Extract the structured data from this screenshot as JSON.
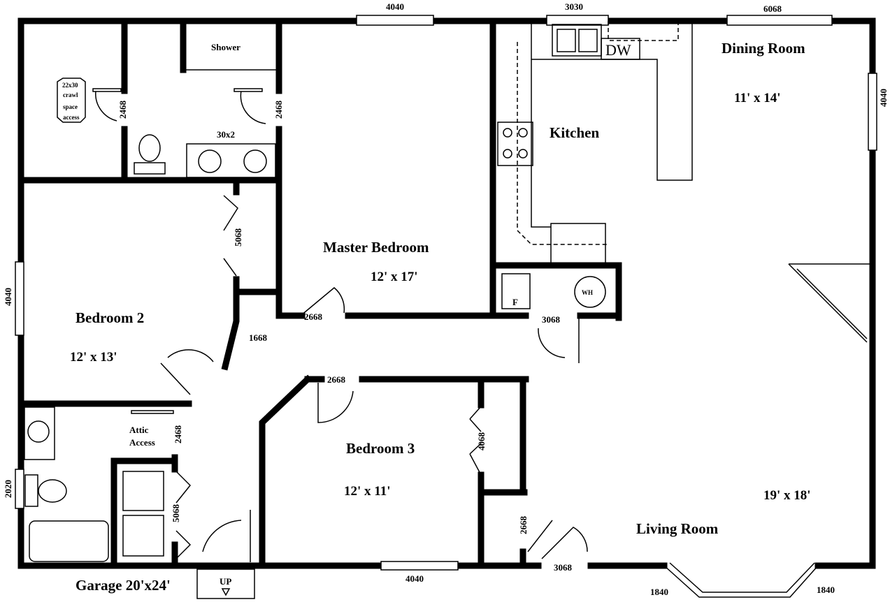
{
  "rooms": {
    "dining": {
      "name": "Dining Room",
      "size": "11' x 14'"
    },
    "kitchen": {
      "name": "Kitchen"
    },
    "master": {
      "name": "Master Bedroom",
      "size": "12' x 17'"
    },
    "bedroom2": {
      "name": "Bedroom 2",
      "size": "12' x 13'"
    },
    "bedroom3": {
      "name": "Bedroom 3",
      "size": "12' x 11'"
    },
    "living": {
      "name": "Living Room",
      "size": "19' x 18'"
    },
    "garage": {
      "name": "Garage 20'x24'"
    },
    "shower": {
      "name": "Shower"
    }
  },
  "fixtures": {
    "dw": "DW",
    "wh": "WH",
    "furnace": "F",
    "vanity": "30x2",
    "crawl": [
      "22x30",
      "crawl",
      "space",
      "access"
    ],
    "attic": [
      "Attic",
      "Access"
    ],
    "stairs": "UP"
  },
  "windows": {
    "top_bath": "4040",
    "kitchen": "3030",
    "dining": "6068",
    "right": "4040",
    "left": "4040",
    "bath": "2020",
    "bottom": "4040",
    "bay_left": "1840",
    "bay_right": "1840"
  },
  "doors": {
    "d1": "2468",
    "d2": "2468",
    "closet_master": "5068",
    "master": "2668",
    "hall": "1668",
    "utility": "3068",
    "bed3": "2668",
    "bed3_closet": "4068",
    "bath2": "2468",
    "laundry": "5068",
    "hall_closet": "2668",
    "front": "3068"
  }
}
